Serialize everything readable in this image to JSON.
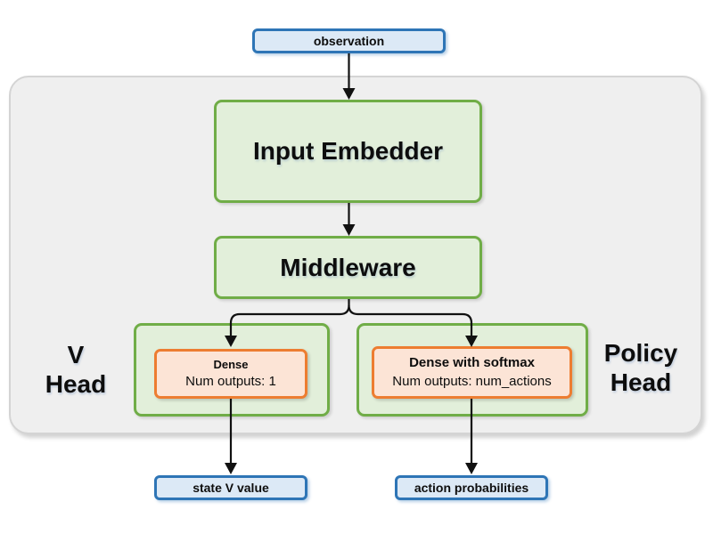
{
  "colors": {
    "blue_border": "#2E75B6",
    "blue_fill": "#DCE9F6",
    "green_border": "#70AD47",
    "green_fill": "#E2EFDA",
    "orange_border": "#ED7D31",
    "orange_fill": "#FCE4D6",
    "container_fill": "#EFEFEF",
    "container_border": "#D4D4D4",
    "arrow": "#111111"
  },
  "nodes": {
    "observation": {
      "label": "observation"
    },
    "input_embedder": {
      "label": "Input Embedder"
    },
    "middleware": {
      "label": "Middleware"
    },
    "v_head": {
      "title_line1": "V",
      "title_line2": "Head",
      "dense_title": "Dense",
      "dense_subtitle": "Num outputs: 1"
    },
    "policy_head": {
      "title_line1": "Policy",
      "title_line2": "Head",
      "dense_title": "Dense with softmax",
      "dense_subtitle": "Num outputs: num_actions"
    },
    "state_v_value": {
      "label": "state V value"
    },
    "action_probabilities": {
      "label": "action probabilities"
    }
  }
}
